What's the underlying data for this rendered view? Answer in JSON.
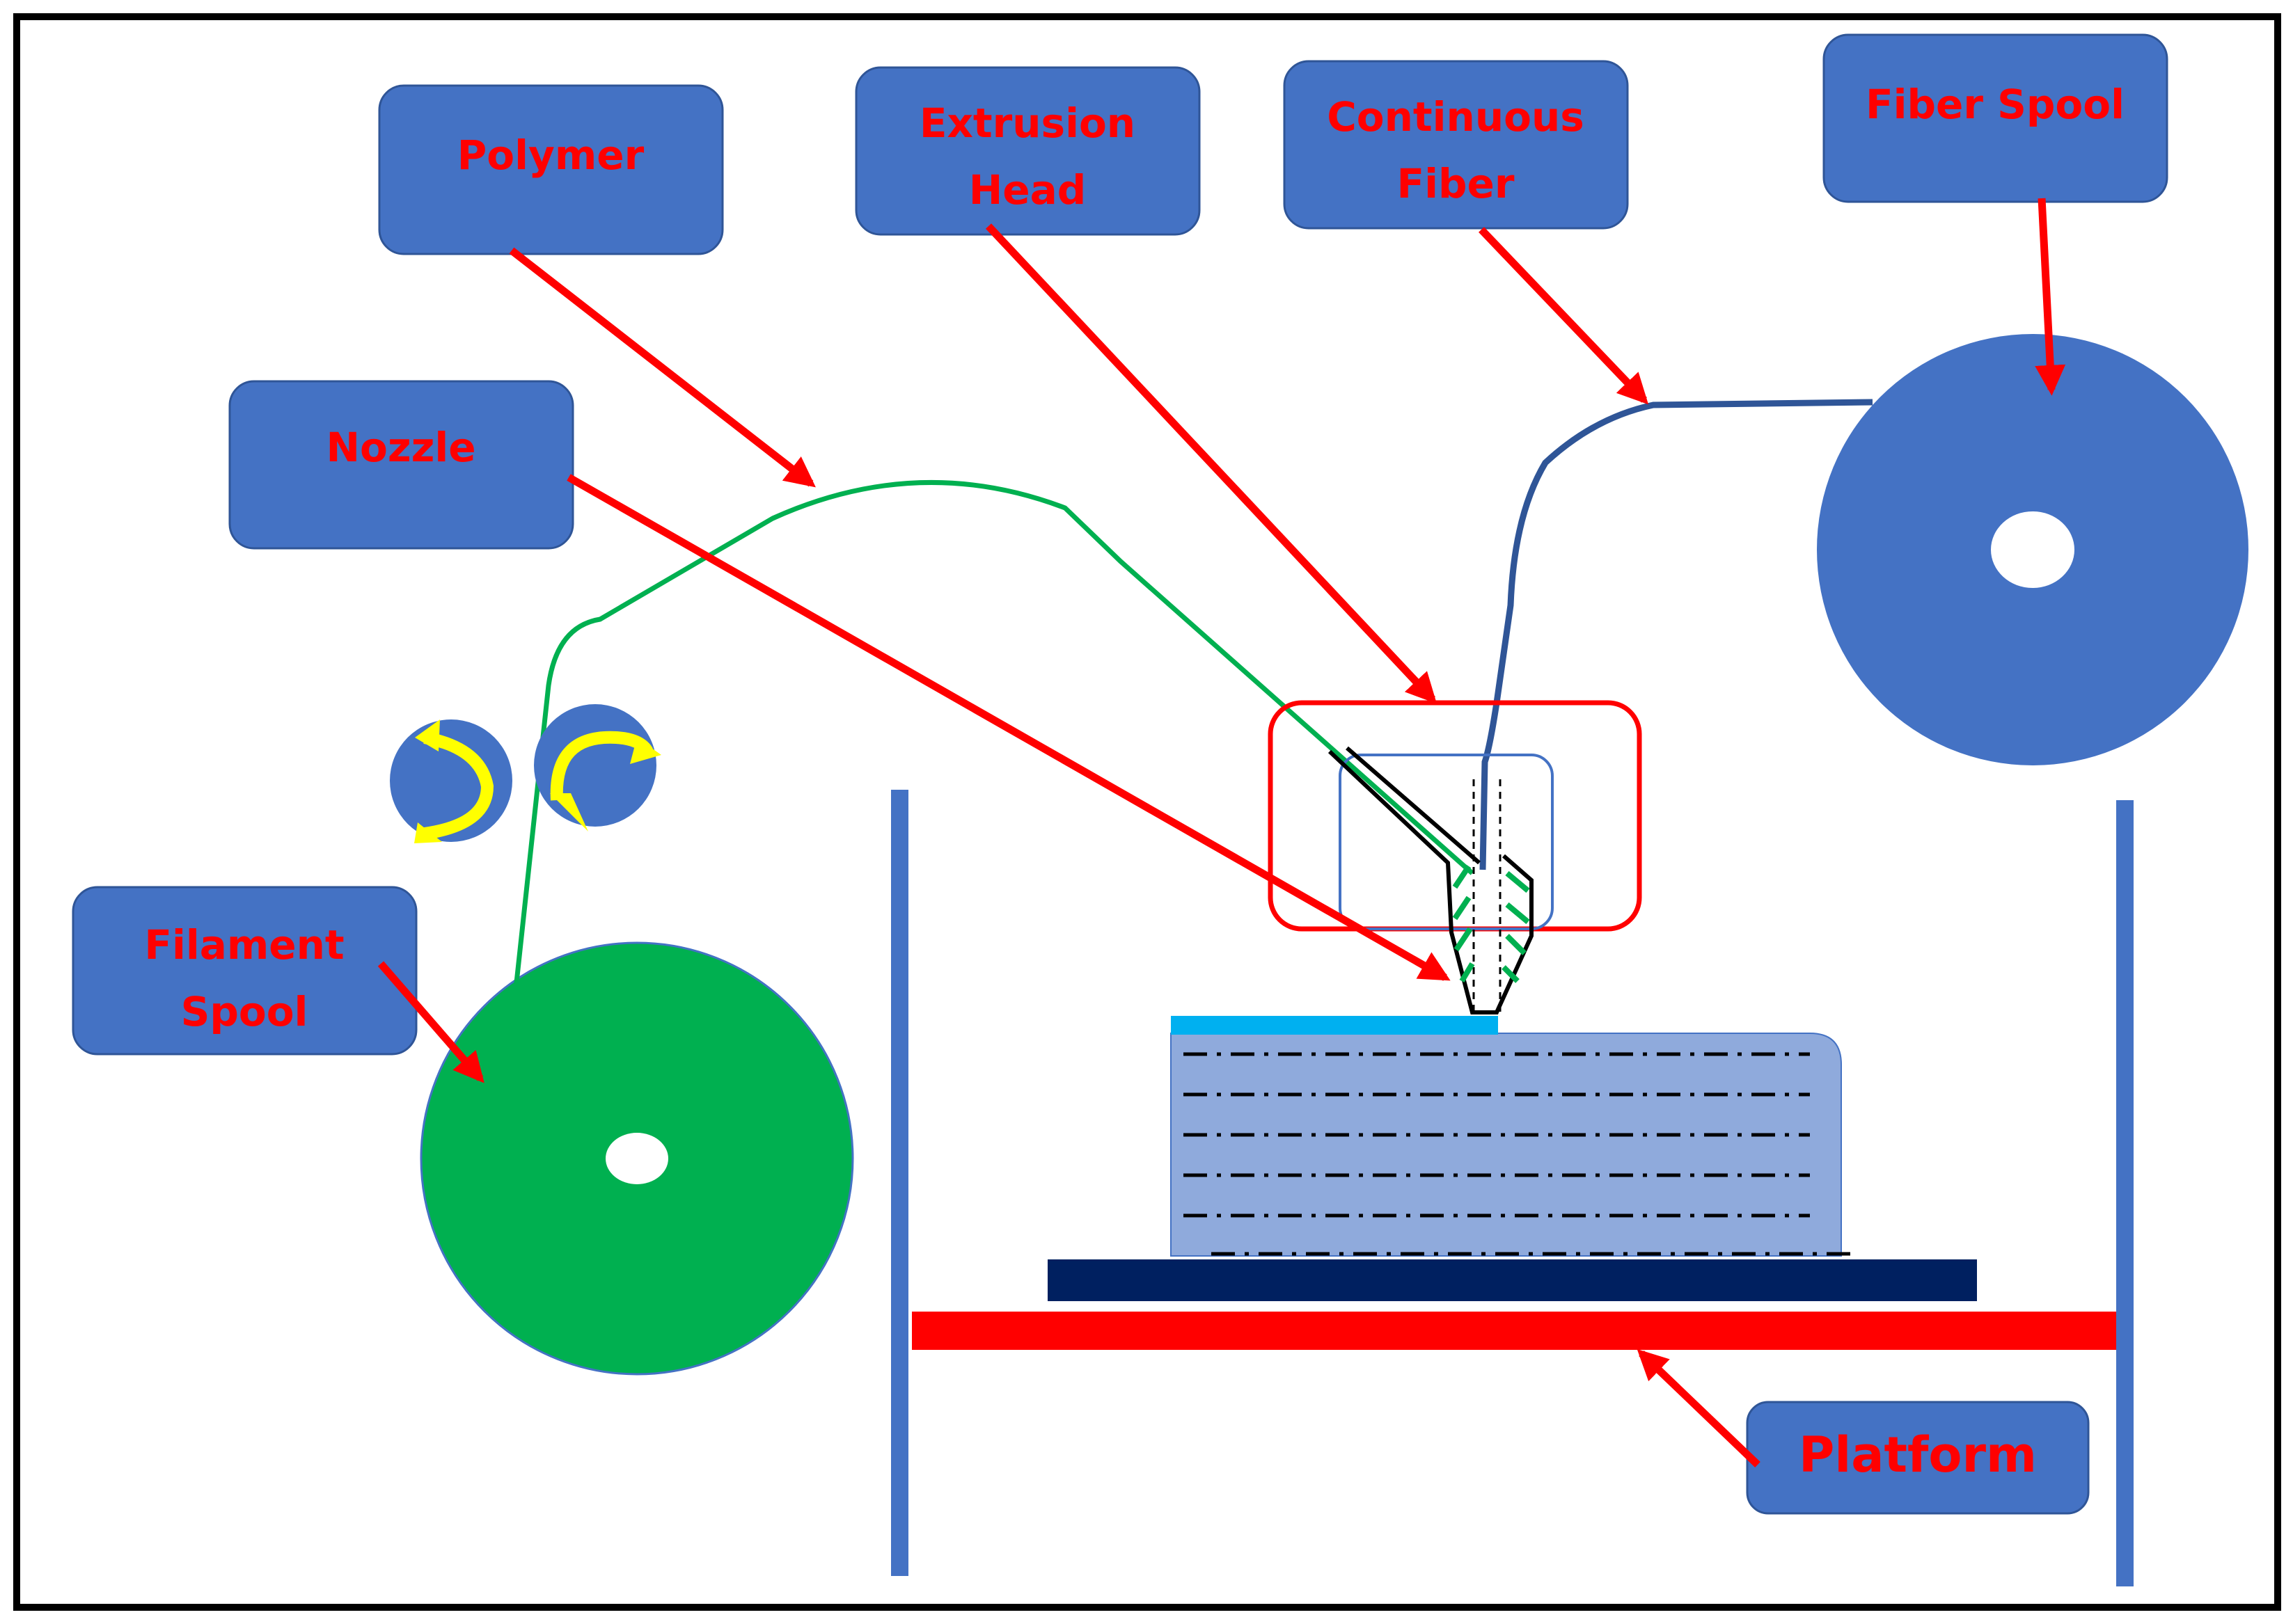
{
  "labels": {
    "polymer": "Polymer",
    "extrusion_head_line1": "Extrusion",
    "extrusion_head_line2": "Head",
    "continuous_fiber_line1": "Continuous",
    "continuous_fiber_line2": "Fiber",
    "fiber_spool": "Fiber Spool",
    "nozzle": "Nozzle",
    "filament_spool_line1": "Filament",
    "filament_spool_line2": "Spool",
    "platform": "Platform"
  },
  "colors": {
    "label_box": "#4472c4",
    "label_text": "#ff0000",
    "arrow": "#ff0000",
    "filament": "#00b050",
    "fiber": "#2f5597",
    "fiber_spool": "#4472c4",
    "printed_part": "#8faadc",
    "top_layer": "#00b0f0",
    "build_bed": "#002060",
    "platform": "#ff0000",
    "roller_arrow": "#ffff00"
  }
}
